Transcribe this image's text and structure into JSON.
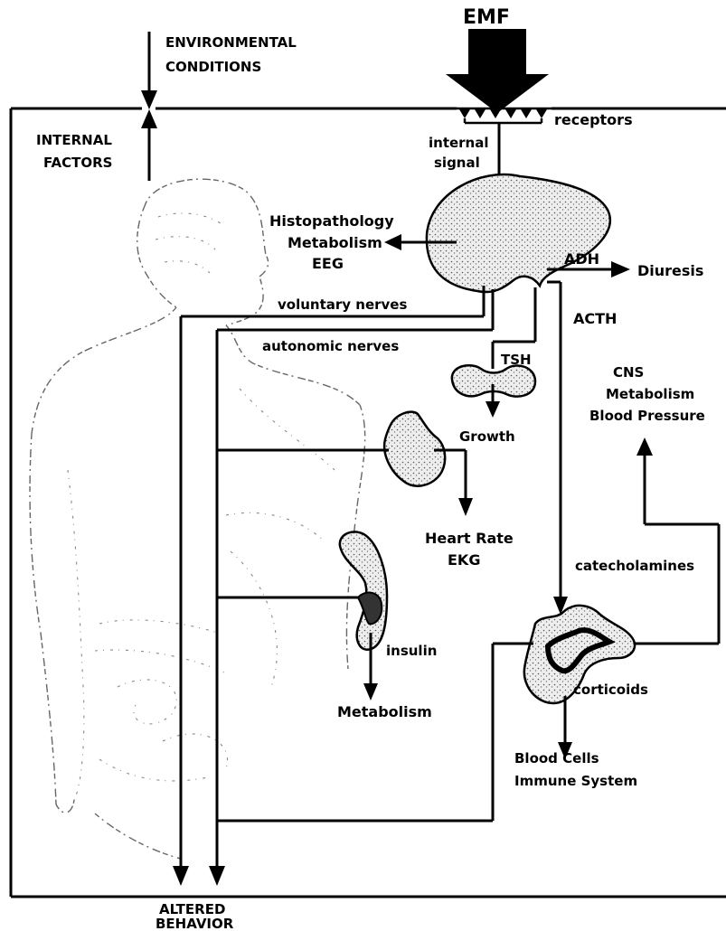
{
  "labels": {
    "emf": "EMF",
    "environmental_line1": "ENVIRONMENTAL",
    "environmental_line2": "CONDITIONS",
    "internal_line1": "INTERNAL",
    "internal_line2": "FACTORS",
    "receptors": "receptors",
    "internal_signal_line1": "internal",
    "internal_signal_line2": "signal",
    "brain_effects_line1": "Histopathology",
    "brain_effects_line2": "Metabolism",
    "brain_effects_line3": "EEG",
    "adh": "ADH",
    "diuresis": "Diuresis",
    "acth": "ACTH",
    "voluntary_nerves": "voluntary nerves",
    "autonomic_nerves": "autonomic nerves",
    "tsh": "TSH",
    "growth": "Growth",
    "cns_line1": "CNS",
    "cns_line2": "Metabolism",
    "cns_line3": "Blood Pressure",
    "heart_line1": "Heart Rate",
    "heart_line2": "EKG",
    "catecholamines": "catecholamines",
    "insulin": "insulin",
    "metabolism": "Metabolism",
    "corticoids": "corticoids",
    "blood_line1": "Blood Cells",
    "blood_line2": "Immune System",
    "altered_line1": "ALTERED",
    "altered_line2": "BEHAVIOR"
  },
  "colors": {
    "ink": "#000000",
    "background": "#ffffff",
    "body_outline": "#666666"
  }
}
